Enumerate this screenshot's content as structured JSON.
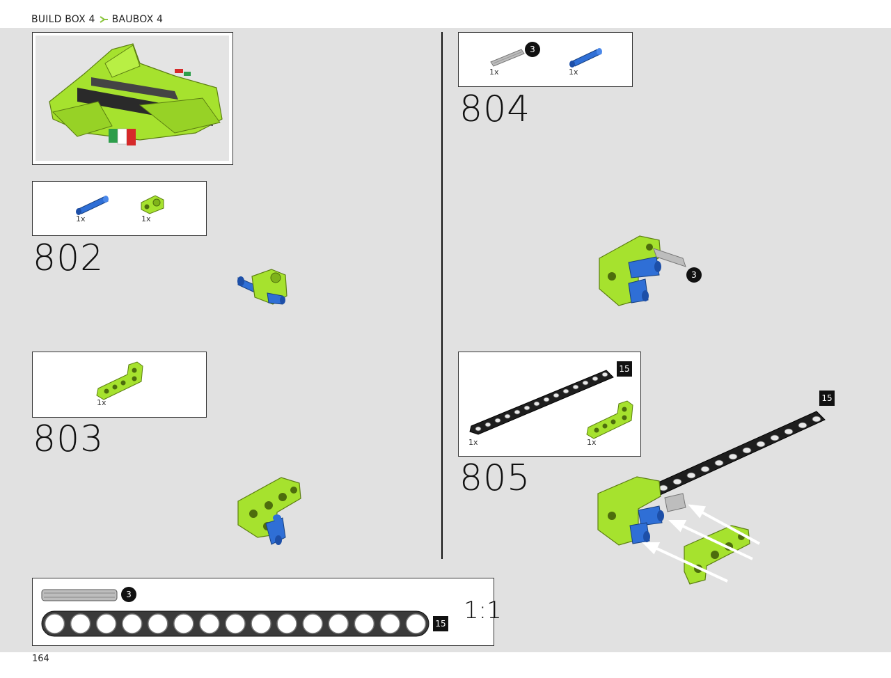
{
  "header": {
    "left": "BUILD BOX 4",
    "right": "BAUBOX 4"
  },
  "steps": [
    {
      "number": "802",
      "parts": [
        {
          "qty": "1x",
          "icon": "blue-pin-icon"
        },
        {
          "qty": "1x",
          "icon": "lime-connector-icon"
        }
      ]
    },
    {
      "number": "803",
      "parts": [
        {
          "qty": "1x",
          "icon": "lime-l-beam-icon"
        }
      ]
    },
    {
      "number": "804",
      "parts": [
        {
          "qty": "1x",
          "icon": "gray-axle-icon",
          "badge": "3"
        },
        {
          "qty": "1x",
          "icon": "blue-pin-icon"
        }
      ],
      "callout": "3"
    },
    {
      "number": "805",
      "parts": [
        {
          "qty": "1x",
          "icon": "black-beam-icon",
          "badge": "15"
        },
        {
          "qty": "1x",
          "icon": "lime-l-beam-icon"
        }
      ],
      "callout": "15"
    }
  ],
  "scale_ruler": {
    "axle_badge": "3",
    "beam_badge": "15",
    "label": "1:1",
    "holes": 15
  },
  "page_number": "164",
  "colors": {
    "lime": "#a6e22e",
    "lime_dark": "#7fb31a",
    "blue": "#2f6fd6",
    "black": "#1e1e1e",
    "gray": "#bdbdbd",
    "page_bg": "#e1e1e1",
    "flag_green": "#2d9e4b",
    "flag_red": "#d62a2a"
  }
}
